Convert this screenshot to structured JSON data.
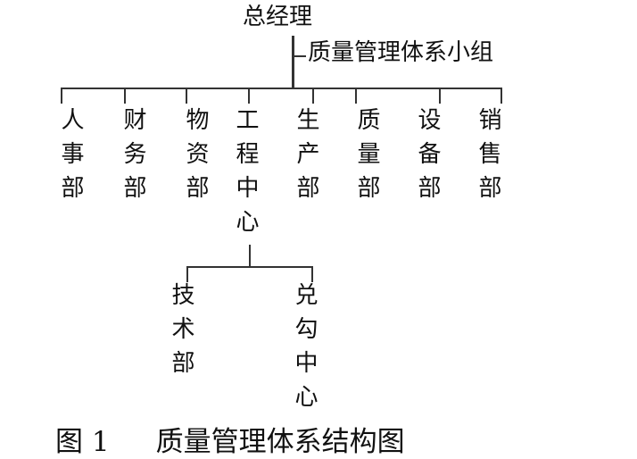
{
  "root": {
    "label": "总经理"
  },
  "group": {
    "label": "质量管理体系小组"
  },
  "departments": [
    {
      "label": "人事部"
    },
    {
      "label": "财务部"
    },
    {
      "label": "物资部"
    },
    {
      "label": "工程中心"
    },
    {
      "label": "生产部"
    },
    {
      "label": "质量部"
    },
    {
      "label": "设备部"
    },
    {
      "label": "销售部"
    }
  ],
  "sub_departments": [
    {
      "label": "技术部"
    },
    {
      "label": "兑勾中心"
    }
  ],
  "caption": {
    "number": "图 1",
    "title": "质量管理体系结构图"
  }
}
